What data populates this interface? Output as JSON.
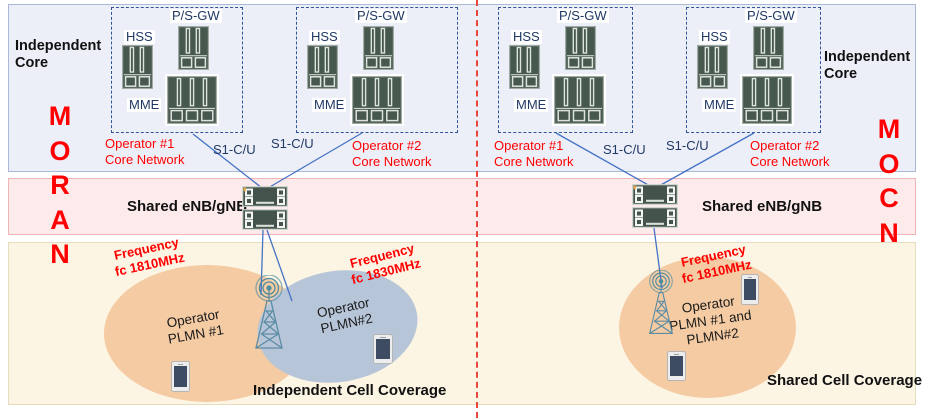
{
  "scheme_labels": {
    "moran": "M\nO\nR\nA\nN",
    "mocn": "M\nO\nC\nN"
  },
  "independent_core": {
    "left": "Independent\nCore",
    "right": "Independent\nCore"
  },
  "core_boxes": [
    {
      "hss": "HSS",
      "psgw": "P/S-GW",
      "mme": "MME",
      "caption": "Operator #1\nCore Network"
    },
    {
      "hss": "HSS",
      "psgw": "P/S-GW",
      "mme": "MME",
      "caption": "Operator #2\nCore Network"
    },
    {
      "hss": "HSS",
      "psgw": "P/S-GW",
      "mme": "MME",
      "caption": "Operator #1\nCore Network"
    },
    {
      "hss": "HSS",
      "psgw": "P/S-GW",
      "mme": "MME",
      "caption": "Operator #2\nCore Network"
    }
  ],
  "s1_labels": [
    "S1-C/U",
    "S1-C/U",
    "S1-C/U",
    "S1-C/U"
  ],
  "shared_enb": {
    "left": "Shared eNB/gNB",
    "right": "Shared eNB/gNB"
  },
  "cells": {
    "moran_freq_1": "Frequency\nfc 1810MHz",
    "moran_freq_2": "Frequency\nfc 1830MHz",
    "mocn_freq": "Frequency\nfc 1810MHz",
    "moran_plmn_1": "Operator\nPLMN #1",
    "moran_plmn_2": "Operator\nPLMN#2",
    "mocn_plmn": "Operator\nPLMN #1 and\nPLMN#2",
    "moran_caption": "Independent Cell Coverage",
    "mocn_caption": "Shared Cell Coverage"
  },
  "icons": {
    "server-icon": "dark rack server glyph",
    "enb-icon": "stacked base-station unit glyph",
    "cell-tower-icon": "lattice tower with radio waves",
    "phone-icon": "smartphone"
  },
  "colors": {
    "red_accent": "#FF0000",
    "navy_label": "#1F3864",
    "band_core_bg": "#ECEFF8",
    "band_enb_bg": "#FDEAEB",
    "band_cell_bg": "#FDF5E4",
    "cell_orange": "#F4CBA3",
    "cell_blue": "#B7C5D9",
    "server_dark": "#47584F",
    "tower_teal": "#4E8CA0",
    "divider_red": "#E8463C",
    "line_blue": "#4472C4"
  }
}
